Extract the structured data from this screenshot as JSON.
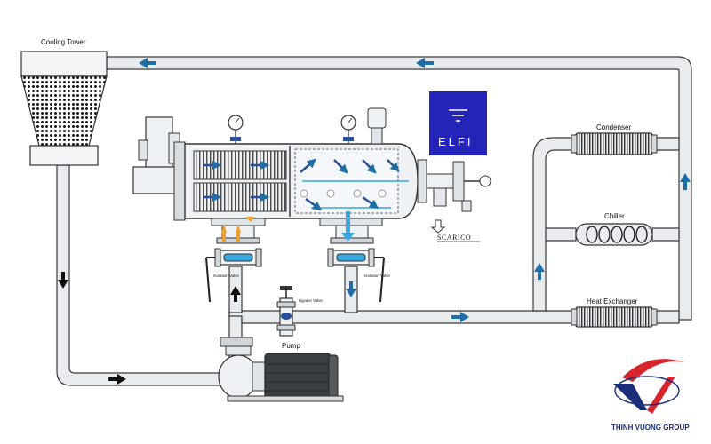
{
  "labels": {
    "cooling_tower": "Cooling Tower",
    "condenser": "Condenser",
    "chiller": "Chiller",
    "heat_exchanger": "Heat Exchanger",
    "pump": "Pump",
    "bypass_valve": "Bypass Valve",
    "isolation_valve_left": "Isolation Valve",
    "isolation_valve_right": "Isolation Valve",
    "scarico": "SCARICO"
  },
  "elfi_logo": {
    "text": "ELFI"
  },
  "watermark": {
    "brand": "THINH VUONG GROUP",
    "tagline": ""
  },
  "colors": {
    "pipe_fill": "#e8ecef",
    "pipe_stroke": "#3a3a3a",
    "flow_arrow": "#1e6fa8",
    "internal_flow": "#2a4f9c",
    "inlet_flow": "#f0a030",
    "outlet_flow": "#35a9e0",
    "elfi_bg": "#2424b8",
    "logo_red": "#d8252b",
    "logo_blue": "#1a2e7a"
  },
  "icons": [
    "flow-arrow",
    "pressure-gauge",
    "valve-handle",
    "motor",
    "fan-coil",
    "spring-coil"
  ]
}
